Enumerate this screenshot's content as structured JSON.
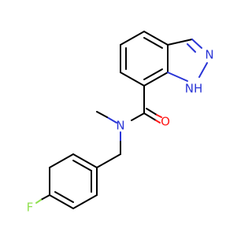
{
  "molecule": {
    "atoms": {
      "N_ring": "N",
      "NH_ring": "NH",
      "O_carbonyl": "O",
      "N_amide": "N",
      "F_sub": "F"
    },
    "colors": {
      "bond": "#000000",
      "nitrogen": "#2a35d6",
      "oxygen": "#ff1a1a",
      "fluorine": "#90e050"
    }
  }
}
